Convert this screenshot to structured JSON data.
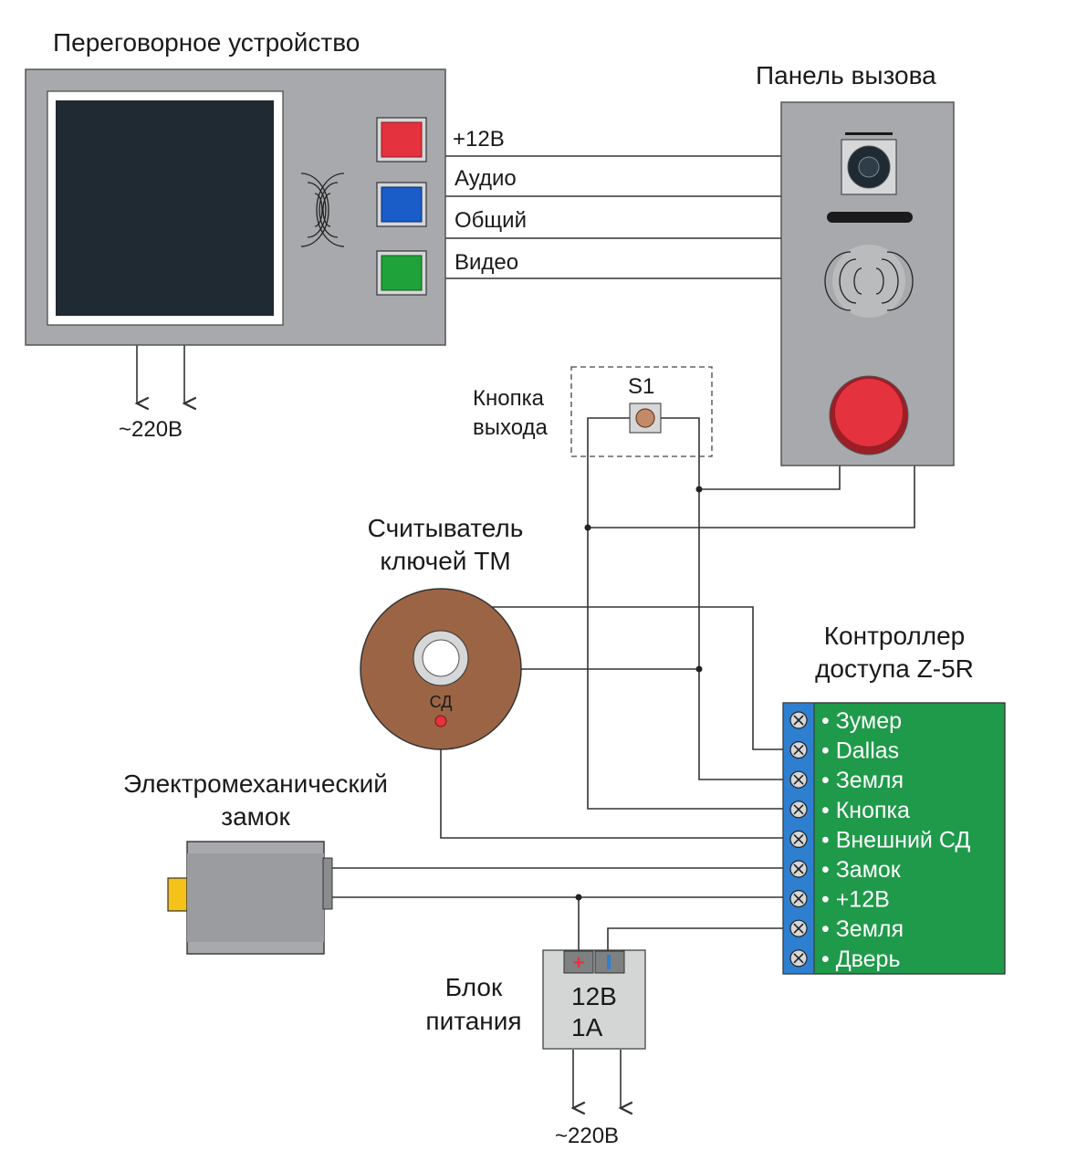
{
  "labels": {
    "intercom": "Переговорное устройство",
    "call_panel": "Панель вызова",
    "exit_button_line1": "Кнопка",
    "exit_button_line2": "выхода",
    "s1": "S1",
    "reader_line1": "Считыватель",
    "reader_line2": "ключей ТМ",
    "reader_led": "СД",
    "controller_line1": "Контроллер",
    "controller_line2": "доступа Z-5R",
    "lock_line1": "Электромеханический",
    "lock_line2": "замок",
    "psu_line1": "Блок",
    "psu_line2": "питания",
    "psu_voltage": "12В",
    "psu_current": "1А",
    "psu_plus": "+",
    "mains_top": "~220В",
    "mains_bottom": "~220В"
  },
  "intercom_wires": [
    "+12В",
    "Аудио",
    "Общий",
    "Видео"
  ],
  "controller_terminals": [
    "• Зумер",
    "• Dallas",
    "• Земля",
    "• Кнопка",
    "• Внешний СД",
    "• Замок",
    "• +12В",
    "• Земля",
    "• Дверь"
  ],
  "colors": {
    "device_gray": "#a7a9ac",
    "screen": "#1f2a33",
    "btn_red": "#e5323f",
    "btn_blue": "#1a5cc8",
    "btn_green": "#1fa23a",
    "reader_brown": "#9b6545",
    "controller_green": "#1f9a4a",
    "terminal_blue": "#2e7fd0",
    "lock_yellow": "#f5c21a",
    "psu_gray": "#d4d6d6"
  }
}
